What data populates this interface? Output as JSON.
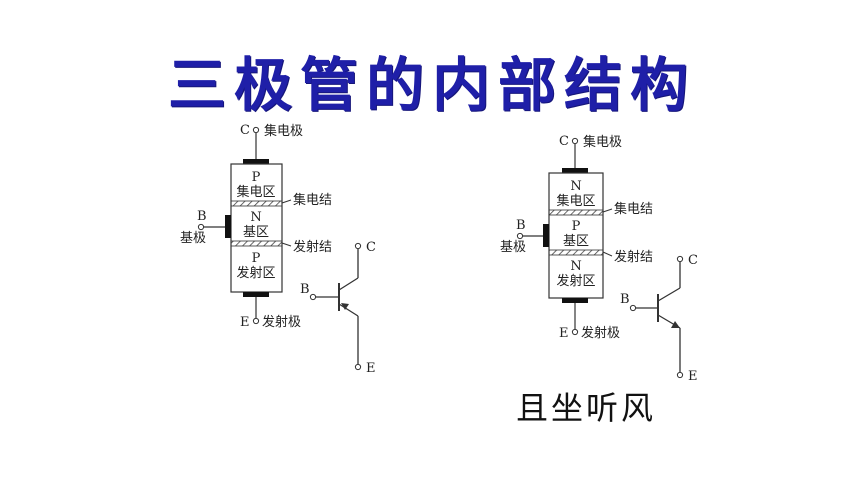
{
  "title": "三极管的内部结构",
  "author": "且坐听风",
  "colors": {
    "title": "#1f1fa8",
    "line": "#333333",
    "electrode": "#111111"
  },
  "pnp": {
    "terminals": {
      "c": "C",
      "b": "B",
      "e": "E"
    },
    "electrode_labels": {
      "c": "集电极",
      "b": "基极",
      "e": "发射极"
    },
    "regions": [
      {
        "type": "P",
        "name": "集电区"
      },
      {
        "type": "N",
        "name": "基区"
      },
      {
        "type": "P",
        "name": "发射区"
      }
    ],
    "junctions": {
      "collector": "集电结",
      "emitter": "发射结"
    },
    "symbol": {
      "c": "C",
      "b": "B",
      "e": "E"
    }
  },
  "npn": {
    "terminals": {
      "c": "C",
      "b": "B",
      "e": "E"
    },
    "electrode_labels": {
      "c": "集电极",
      "b": "基极",
      "e": "发射极"
    },
    "regions": [
      {
        "type": "N",
        "name": "集电区"
      },
      {
        "type": "P",
        "name": "基区"
      },
      {
        "type": "N",
        "name": "发射区"
      }
    ],
    "junctions": {
      "collector": "集电结",
      "emitter": "发射结"
    },
    "symbol": {
      "c": "C",
      "b": "B",
      "e": "E"
    }
  }
}
